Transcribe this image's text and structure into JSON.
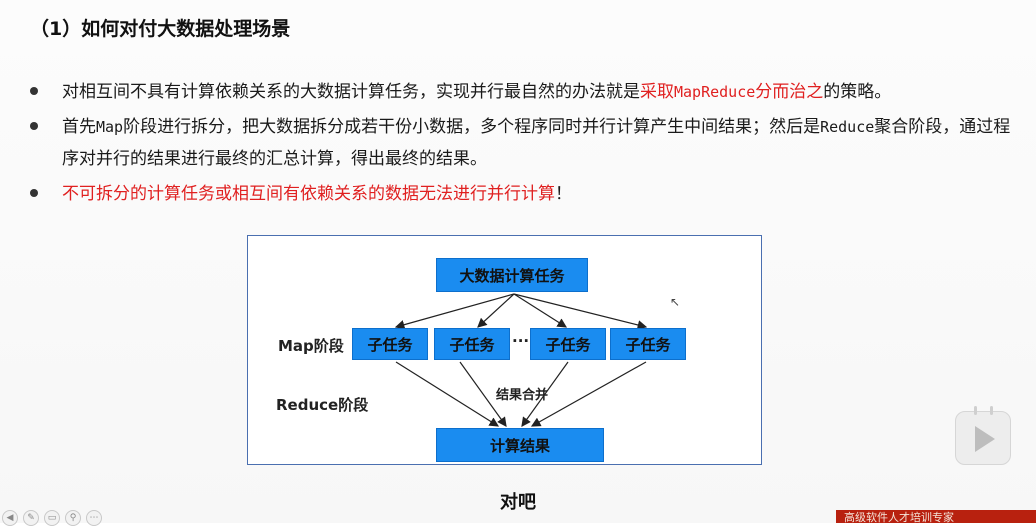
{
  "slide": {
    "heading": "（1）如何对付大数据处理场景",
    "bullets": [
      {
        "parts": [
          {
            "text": "对相互间不具有计算依赖关系的大数据计算任务，实现并行最自然的办法就是",
            "style": "plain"
          },
          {
            "text": "采取",
            "style": "red"
          },
          {
            "text": "MapReduce",
            "style": "red-mono"
          },
          {
            "text": "分而治之",
            "style": "red"
          },
          {
            "text": "的策略。",
            "style": "plain"
          }
        ]
      },
      {
        "parts": [
          {
            "text": "首先",
            "style": "plain"
          },
          {
            "text": "Map",
            "style": "mono"
          },
          {
            "text": "阶段进行拆分，把大数据拆分成若干份小数据，多个程序同时并行计算产生中间结果；然后是",
            "style": "plain"
          },
          {
            "text": "Reduce",
            "style": "mono"
          },
          {
            "text": "聚合阶段，通过程序对并行的结果进行最终的汇总计算，得出最终的结果。",
            "style": "plain"
          }
        ]
      },
      {
        "parts": [
          {
            "text": "不可拆分的计算任务或相互间有依赖关系的数据无法进行并行计算",
            "style": "red"
          },
          {
            "text": "！",
            "style": "plain"
          }
        ]
      }
    ]
  },
  "diagram": {
    "top_node": "大数据计算任务",
    "sub_nodes": [
      "子任务",
      "子任务",
      "子任务",
      "子任务"
    ],
    "ellipsis": "···",
    "map_label": "Map阶段",
    "reduce_label": "Reduce阶段",
    "merge_label": "结果合并",
    "result_node": "计算结果",
    "node_color": "#1a8cf0"
  },
  "video": {
    "subtitle": "对吧",
    "play_icon": "play-icon",
    "footer_text": "高级软件人才培训专家"
  },
  "toolbar": {
    "icons": [
      "prev-icon",
      "pen-icon",
      "slide-icon",
      "search-icon",
      "more-icon"
    ]
  },
  "colors": {
    "accent_red": "#e02020",
    "frame_blue": "#4a6fb0",
    "banner_red": "#b8210f"
  }
}
